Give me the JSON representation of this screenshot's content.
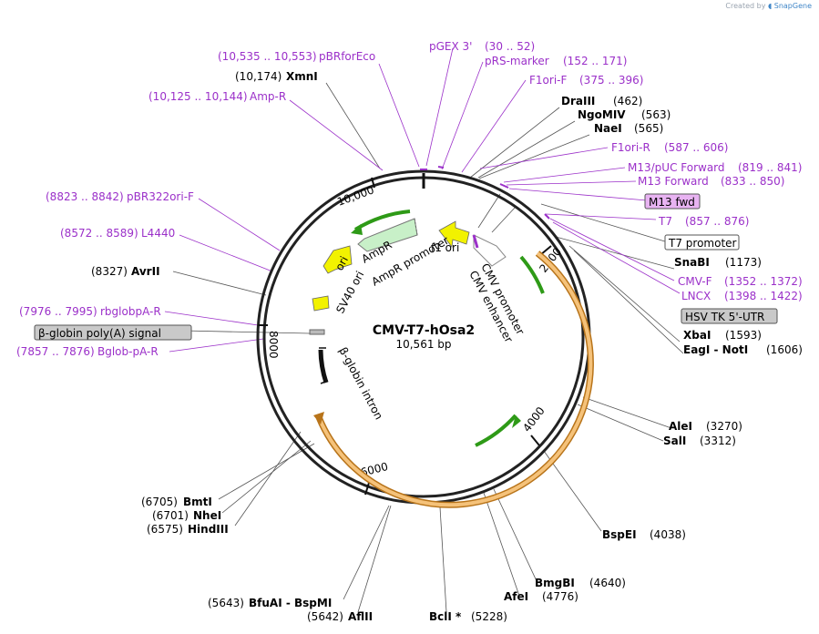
{
  "credit": {
    "prefix": "Created by",
    "brand": "SnapGene"
  },
  "plasmid": {
    "name": "CMV-T7-hOsa2",
    "length": "10,561 bp"
  },
  "ticks": [
    {
      "label": "2000"
    },
    {
      "label": "4000"
    },
    {
      "label": "6000"
    },
    {
      "label": "8000"
    },
    {
      "label": "10,000"
    }
  ],
  "features": [
    {
      "label": "f1 ori"
    },
    {
      "label": "CMV promoter"
    },
    {
      "label": "CMV enhancer"
    },
    {
      "label": "β-globin intron"
    },
    {
      "label": "ori"
    },
    {
      "label": "AmpR"
    },
    {
      "label": "AmpR promoter"
    },
    {
      "label": "SV40 ori"
    }
  ],
  "sites": [
    {
      "name": "XmnI",
      "coord": "(10,174)"
    },
    {
      "name": "DraIII",
      "coord": "(462)"
    },
    {
      "name": "NgoMIV",
      "coord": "(563)"
    },
    {
      "name": "NaeI",
      "coord": "(565)"
    },
    {
      "name": "SnaBI",
      "coord": "(1173)"
    },
    {
      "name": "XbaI",
      "coord": "(1593)"
    },
    {
      "name": "EagI  - NotI",
      "coord": "(1606)"
    },
    {
      "name": "AleI",
      "coord": "(3270)"
    },
    {
      "name": "SalI",
      "coord": "(3312)"
    },
    {
      "name": "BspEI",
      "coord": "(4038)"
    },
    {
      "name": "BmgBI",
      "coord": "(4640)"
    },
    {
      "name": "AfeI",
      "coord": "(4776)"
    },
    {
      "name": "BclI *",
      "coord": "(5228)"
    },
    {
      "name": "AflII",
      "coord": "(5642)"
    },
    {
      "name": "BfuAI  - BspMI",
      "coord": "(5643)"
    },
    {
      "name": "HindIII",
      "coord": "(6575)"
    },
    {
      "name": "NheI",
      "coord": "(6701)"
    },
    {
      "name": "BmtI",
      "coord": "(6705)"
    },
    {
      "name": "AvrII",
      "coord": "(8327)"
    }
  ],
  "primers": [
    {
      "name": "pBRforEco",
      "coord": "(10,535 .. 10,553)"
    },
    {
      "name": "Amp-R",
      "coord": "(10,125 .. 10,144)"
    },
    {
      "name": "pGEX 3'",
      "coord": ""
    },
    {
      "name": "pRS-marker",
      "coord": "(30 .. 52)"
    },
    {
      "name": "",
      "coord": "(152 .. 171)"
    },
    {
      "name": "F1ori-F",
      "coord": "(375 .. 396)"
    },
    {
      "name": "F1ori-R",
      "coord": "(587 .. 606)"
    },
    {
      "name": "M13/pUC Forward",
      "coord": "(819 .. 841)"
    },
    {
      "name": "M13 Forward",
      "coord": "(833 .. 850)"
    },
    {
      "name": "T7",
      "coord": "(857 .. 876)"
    },
    {
      "name": "CMV-F",
      "coord": "(1352 .. 1372)"
    },
    {
      "name": "LNCX",
      "coord": "(1398 .. 1422)"
    },
    {
      "name": "pBR322ori-F",
      "coord": "(8823 .. 8842)"
    },
    {
      "name": "L4440",
      "coord": "(8572 .. 8589)"
    },
    {
      "name": "rbglobpA-R",
      "coord": "(7976 .. 7995)"
    },
    {
      "name": "Bglob-pA-R",
      "coord": "(7857 .. 7876)"
    }
  ],
  "boxed": [
    {
      "label": "M13 fwd",
      "color": "#e8b3f2"
    },
    {
      "label": "T7 promoter",
      "color": "#ffffff"
    },
    {
      "label": "HSV TK 5'-UTR",
      "color": "#c9c9c9"
    },
    {
      "label": "β-globin poly(A) signal",
      "color": "#c9c9c9"
    }
  ],
  "colors": {
    "backbone": "#222222",
    "primer": "#9b30c9",
    "orf_fill": "#f5c27a",
    "orf_stroke": "#b8741a",
    "green_arrow": "#2e9a17",
    "promoter": "#f2f200",
    "ampr": "#c8f0c8"
  }
}
